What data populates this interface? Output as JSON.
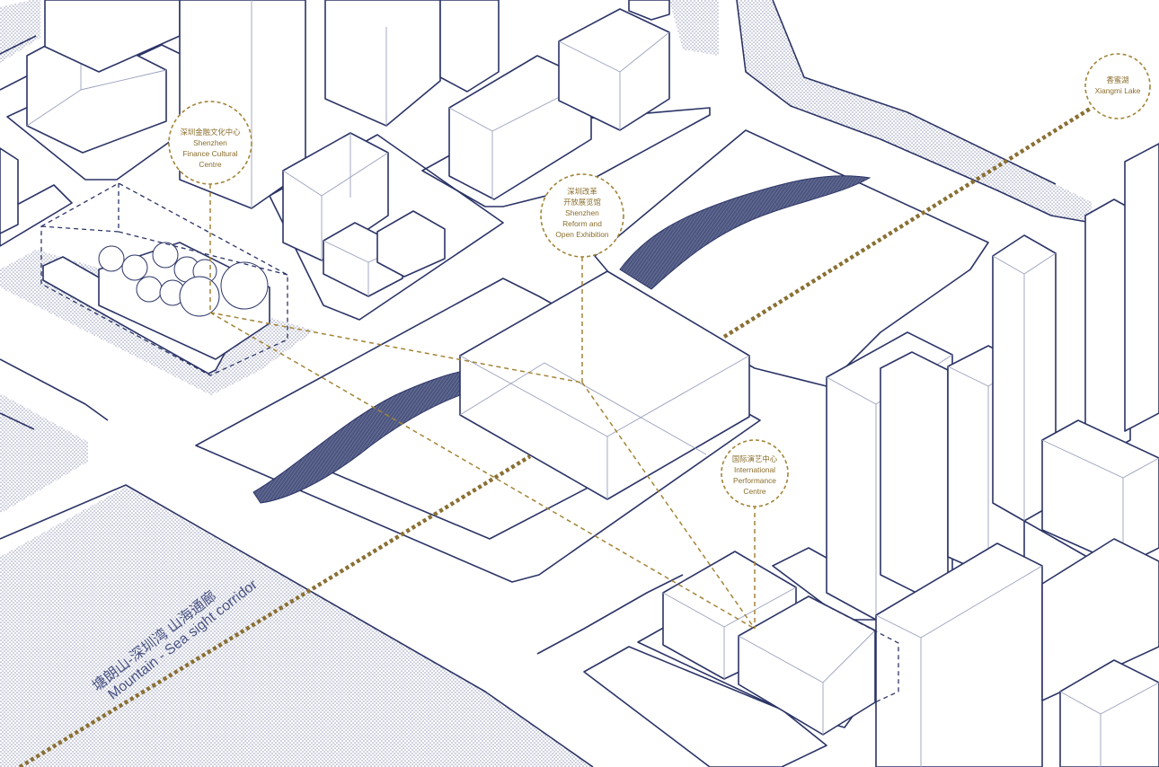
{
  "labels": {
    "finance_centre": {
      "cn": "深圳金融文化中心",
      "en1": "Shenzhen",
      "en2": "Finance Cultural",
      "en3": "Centre"
    },
    "reform_exhibition": {
      "cn1": "深圳改革",
      "cn2": "开放展览馆",
      "en1": "Shenzhen",
      "en2": "Reform and",
      "en3": "Open Exhibition"
    },
    "performance_centre": {
      "cn": "国际演艺中心",
      "en1": "International",
      "en2": "Performance",
      "en3": "Centre"
    },
    "xiangmi_lake": {
      "cn": "香蜜湖",
      "en": "Xiangmi Lake"
    }
  },
  "corridor": {
    "cn": "塘朗山-深圳湾 山海通廊",
    "en": "Mountain - Sea sight corridor"
  },
  "colors": {
    "line": "#2b3466",
    "accent_gold": "#a38436",
    "axis_gold": "#8a7033",
    "dots": "#8f95b5"
  }
}
